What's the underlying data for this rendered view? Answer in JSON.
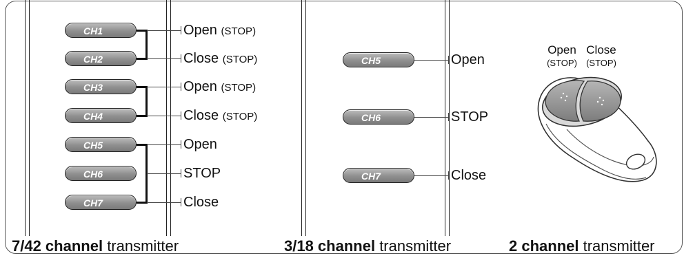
{
  "panel_a": {
    "buttons": [
      "CH1",
      "CH2",
      "CH3",
      "CH4",
      "CH5",
      "CH6",
      "CH7"
    ],
    "labels": [
      {
        "main": "Open",
        "note": "(STOP)"
      },
      {
        "main": "Close",
        "note": "(STOP)"
      },
      {
        "main": "Open",
        "note": "(STOP)"
      },
      {
        "main": "Close",
        "note": "(STOP)"
      },
      {
        "main": "Open",
        "note": ""
      },
      {
        "main": "STOP",
        "note": ""
      },
      {
        "main": "Close",
        "note": ""
      }
    ],
    "caption_bold": "7/42 channel",
    "caption_rest": " transmitter"
  },
  "panel_b": {
    "buttons": [
      "CH5",
      "CH6",
      "CH7"
    ],
    "labels": [
      "Open",
      "STOP",
      "Close"
    ],
    "caption_bold": "3/18 channel",
    "caption_rest": " transmitter"
  },
  "panel_c": {
    "open_label": "Open",
    "close_label": "Close",
    "open_note": "(STOP)",
    "close_note": "(STOP)",
    "caption_bold": "2 channel",
    "caption_rest": " transmitter"
  }
}
